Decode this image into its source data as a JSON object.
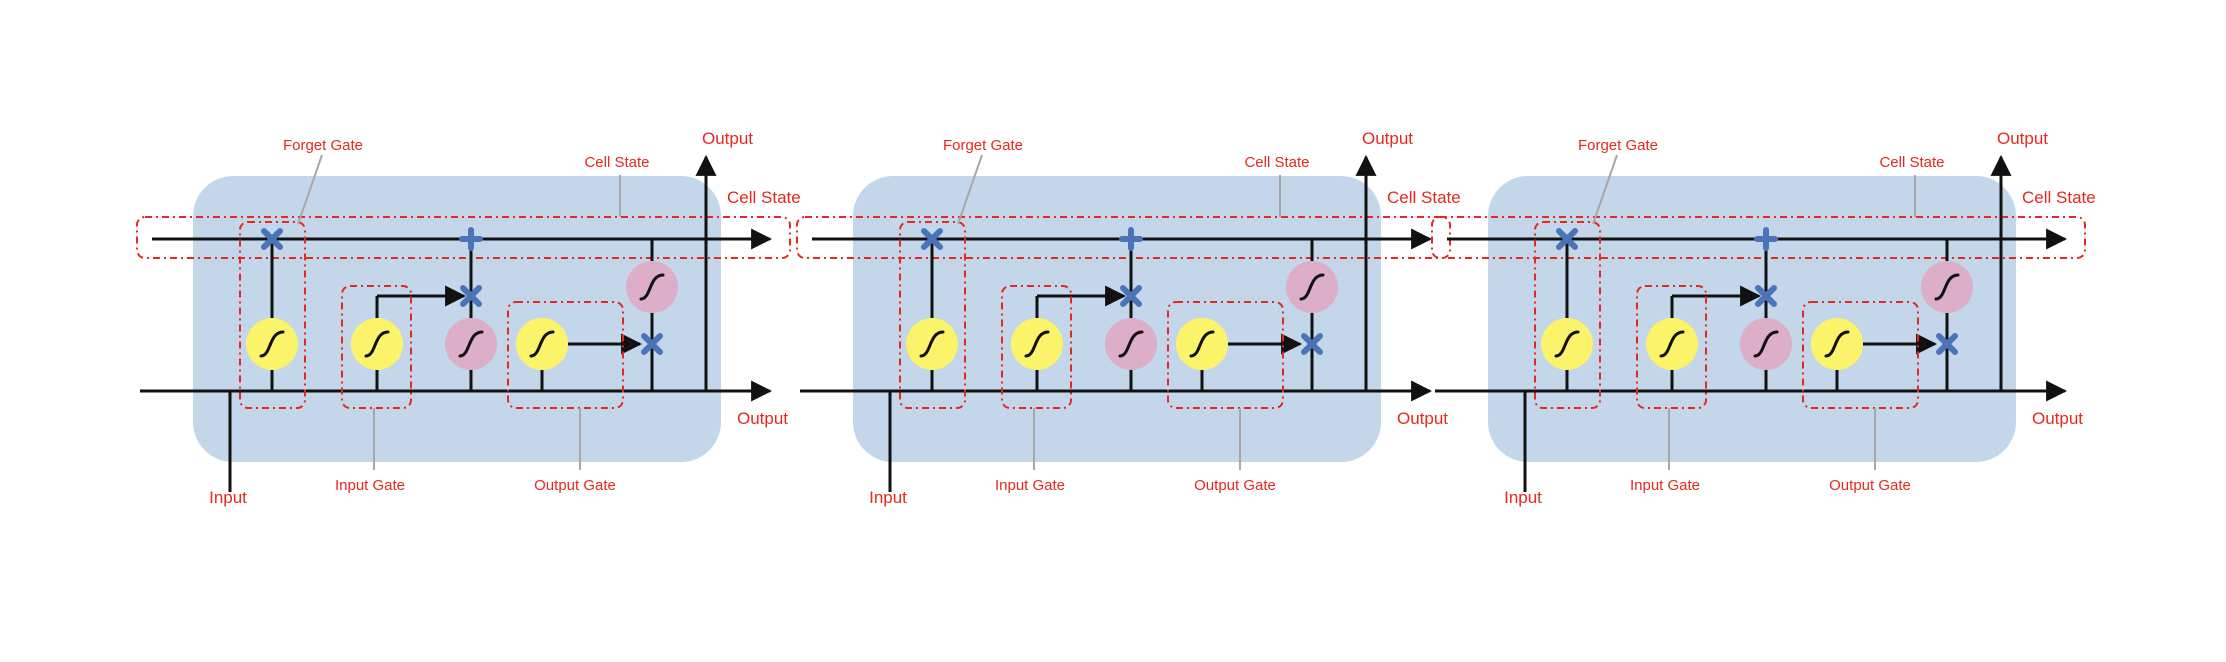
{
  "colors": {
    "box": "#c3d6ea",
    "gate_sigmoid": "#fbf46a",
    "gate_tanh": "#dcaec8",
    "operator": "#4b74b8",
    "annotation": "#e8281e",
    "leader": "#a8a8a8",
    "line": "#111111"
  },
  "icons": {
    "multiply": "x-operator-icon",
    "add": "plus-operator-icon",
    "activation": "s-curve-icon"
  },
  "cells": [
    {
      "labels": {
        "forget_gate": "Forget Gate",
        "cell_state_top": "Cell State",
        "cell_state_right": "Cell State",
        "output_top": "Output",
        "output_right": "Output",
        "input": "Input",
        "input_gate": "Input Gate",
        "output_gate": "Output Gate"
      }
    },
    {
      "labels": {
        "forget_gate": "Forget Gate",
        "cell_state_top": "Cell State",
        "cell_state_right": "Cell State",
        "output_top": "Output",
        "output_right": "Output",
        "input": "Input",
        "input_gate": "Input Gate",
        "output_gate": "Output Gate"
      }
    },
    {
      "labels": {
        "forget_gate": "Forget Gate",
        "cell_state_top": "Cell State",
        "cell_state_right": "Cell State",
        "output_top": "Output",
        "output_right": "Output",
        "input": "Input",
        "input_gate": "Input Gate",
        "output_gate": "Output Gate"
      }
    }
  ]
}
